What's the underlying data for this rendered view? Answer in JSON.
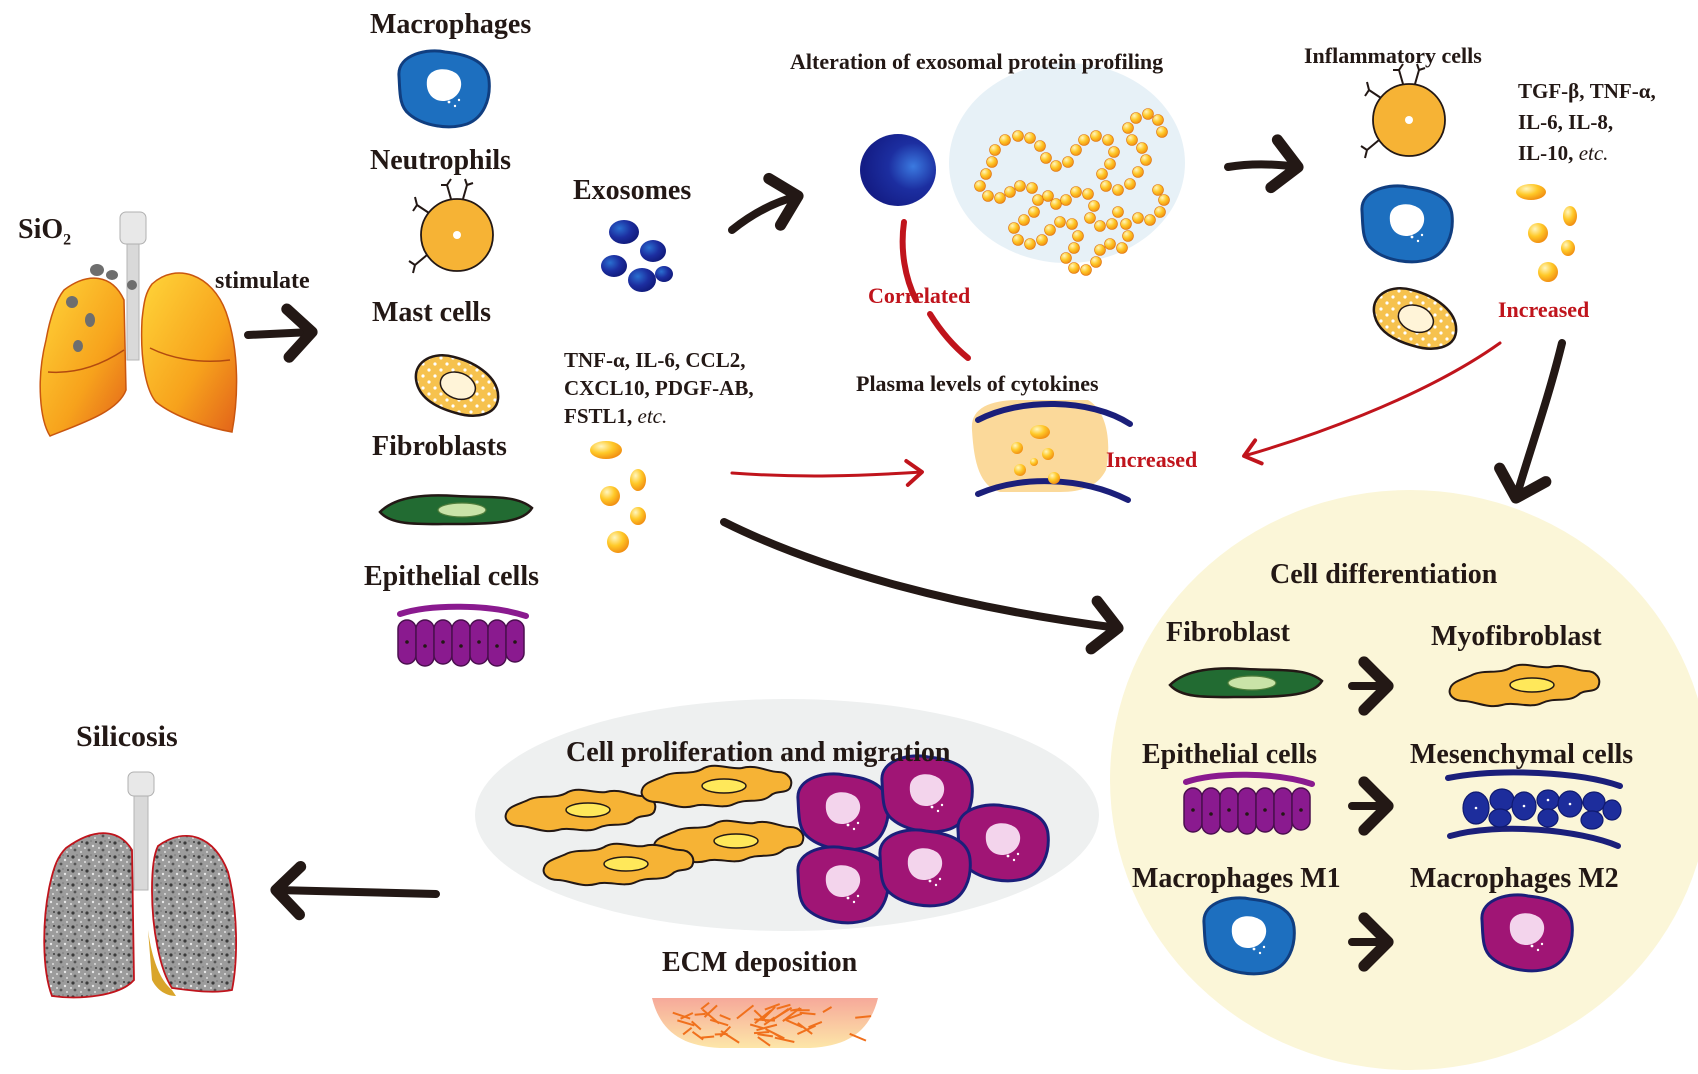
{
  "inputs": {
    "sio2": "SiO",
    "sio2_subscript": "2",
    "stimulate": "stimulate"
  },
  "cell_types": {
    "macrophages": "Macrophages",
    "neutrophils": "Neutrophils",
    "mast_cells": "Mast cells",
    "fibroblasts": "Fibroblasts",
    "epithelial_cells": "Epithelial cells"
  },
  "exosomes": {
    "label": "Exosomes"
  },
  "secreted_factors": {
    "lines": [
      "TNF-α,  IL-6, CCL2,",
      "CXCL10, PDGF-AB,",
      "FSTL1,"
    ],
    "etc": "etc."
  },
  "exosomal_profiling": {
    "title": "Alteration of exosomal protein profiling"
  },
  "correlated": "Correlated",
  "plasma": {
    "title": "Plasma levels of cytokines",
    "status": "Increased"
  },
  "inflammatory": {
    "title": "Inflammatory cells",
    "cytokines": [
      "TGF-β, TNF-α,",
      "IL-6, IL-8,",
      "IL-10,"
    ],
    "etc": "etc.",
    "status": "Increased"
  },
  "differentiation": {
    "title": "Cell differentiation",
    "rows": [
      {
        "from": "Fibroblast",
        "to": "Myofibroblast"
      },
      {
        "from": "Epithelial cells",
        "to": "Mesenchymal cells"
      },
      {
        "from": "Macrophages M1",
        "to": "Macrophages M2"
      }
    ]
  },
  "proliferation": {
    "title": "Cell proliferation and migration"
  },
  "ecm": {
    "title": "ECM deposition"
  },
  "outcome": {
    "title": "Silicosis"
  },
  "colors": {
    "arrow": "#231815",
    "red_accent": "#c0141c",
    "macrophage_blue": "#1d6fbf",
    "exosome_navy": "#15258f",
    "neutrophil_orange": "#f6b335",
    "fibroblast_green": "#226b32",
    "epithelial_purple": "#8a1a8f",
    "m2_magenta": "#a01575",
    "differentiation_bg": "#fbf6d8",
    "profiling_bg": "#e7f1f7",
    "proliferation_bg": "#eef0f0",
    "plasma_bg": "#fbd99a"
  },
  "icons": [
    "lung-icon",
    "silicotic-lung-icon",
    "macrophage-icon",
    "neutrophil-icon",
    "mast-cell-icon",
    "fibroblast-icon",
    "epithelial-cells-icon",
    "exosome-icon",
    "protein-chain-icon",
    "plasma-vessel-icon",
    "cytokine-particles-icon",
    "myofibroblast-icon",
    "mesenchymal-cells-icon",
    "macrophage-m2-icon",
    "ecm-icon"
  ]
}
